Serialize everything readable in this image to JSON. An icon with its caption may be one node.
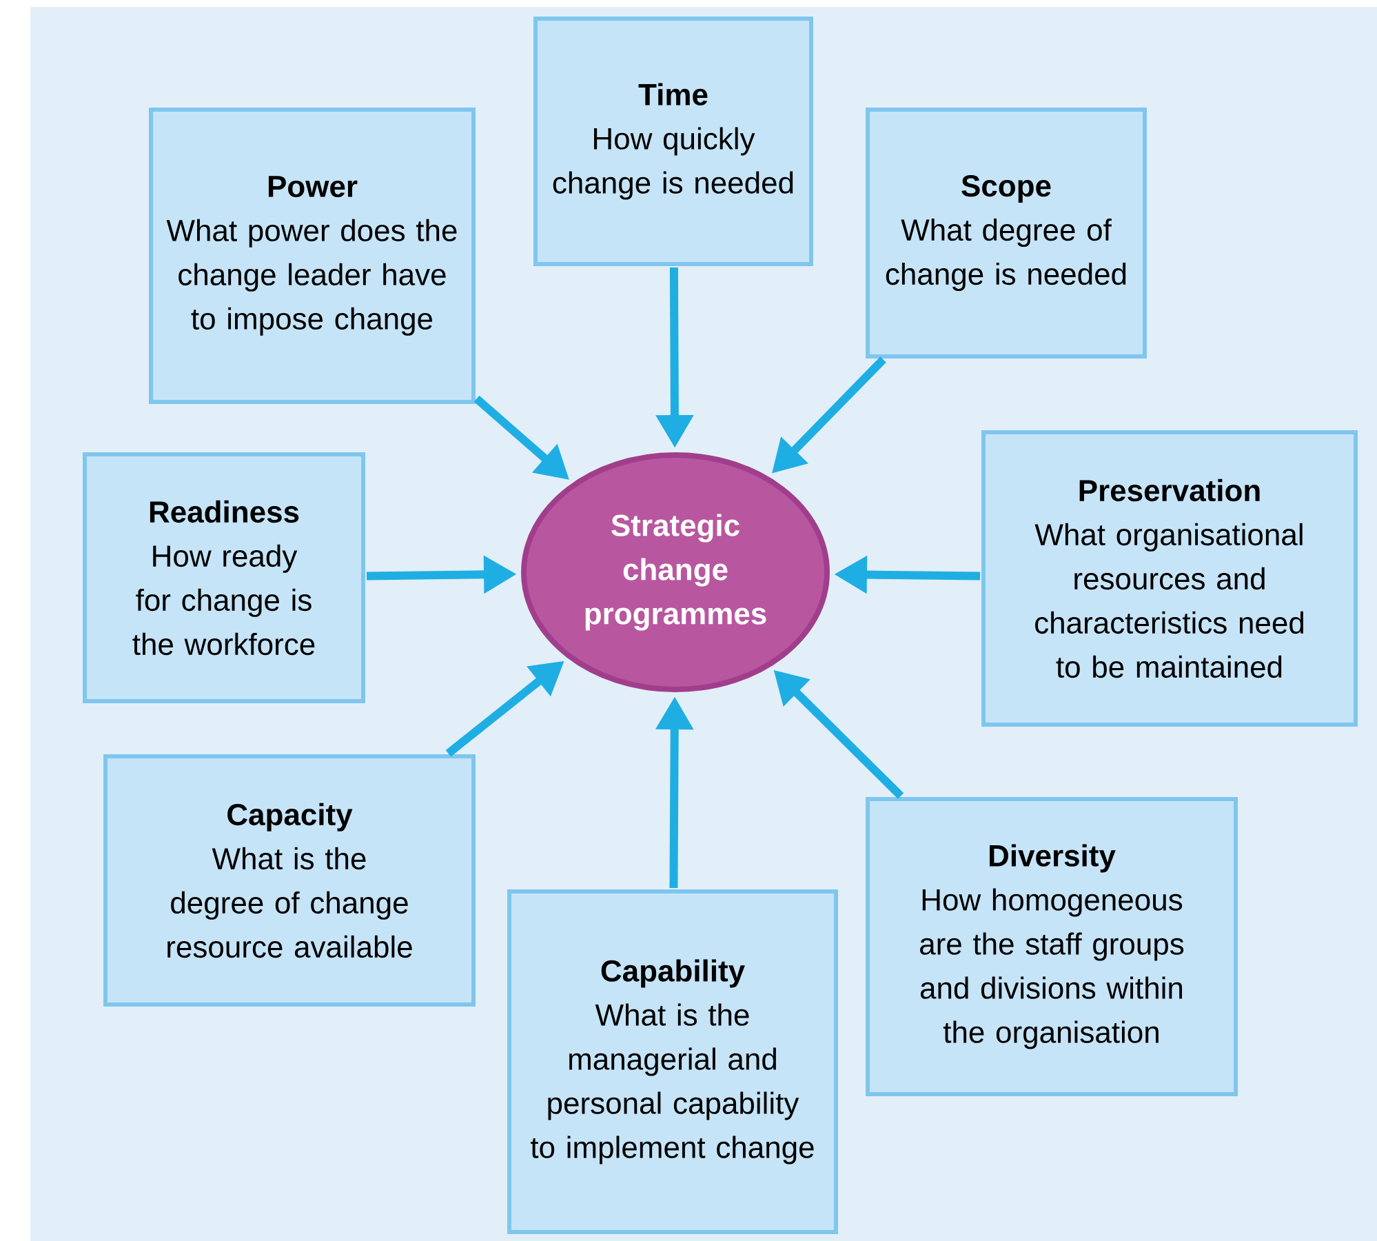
{
  "diagram": {
    "nodes": [
      {
        "text": [
          "Strategic change programmes"
        ]
      },
      {
        "text": [
          "Time",
          "How quickly change is needed"
        ]
      },
      {
        "text": [
          "Power",
          "What power does the change leader have to impose change"
        ]
      },
      {
        "text": [
          "Scope",
          "What degree of change is needed"
        ]
      },
      {
        "text": [
          "Readiness",
          "How ready for change is the workforce"
        ]
      },
      {
        "text": [
          "Preservation",
          "What organisational resources and characteristics need to be maintained"
        ]
      },
      {
        "text": [
          "Capacity",
          "What is the degree of change resource available"
        ]
      },
      {
        "text": [
          "Capability",
          "What is the managerial and personal capability to implement change"
        ]
      },
      {
        "text": [
          "Diversity",
          "How homogeneous are the staff groups and divisions within the organisation"
        ]
      }
    ],
    "edges": [
      {
        "from": 1,
        "to": 0,
        "arrow": "to"
      },
      {
        "from": 2,
        "to": 0,
        "arrow": "to"
      },
      {
        "from": 3,
        "to": 0,
        "arrow": "to"
      },
      {
        "from": 4,
        "to": 0,
        "arrow": "to"
      },
      {
        "from": 5,
        "to": 0,
        "arrow": "to"
      },
      {
        "from": 6,
        "to": 0,
        "arrow": "to"
      },
      {
        "from": 7,
        "to": 0,
        "arrow": "to"
      },
      {
        "from": 8,
        "to": 0,
        "arrow": "to"
      }
    ]
  }
}
